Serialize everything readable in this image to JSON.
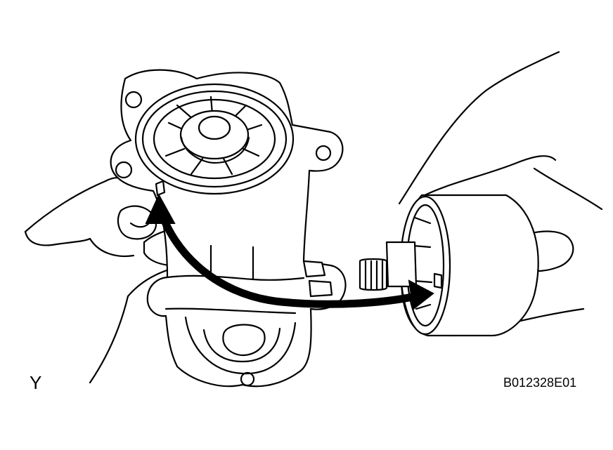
{
  "figure": {
    "corner_label": "Y",
    "figure_code": "B012328E01"
  },
  "colors": {
    "line": "#000000",
    "background": "#ffffff"
  },
  "icons": {
    "arrow": "double-headed-curved-arrow"
  }
}
